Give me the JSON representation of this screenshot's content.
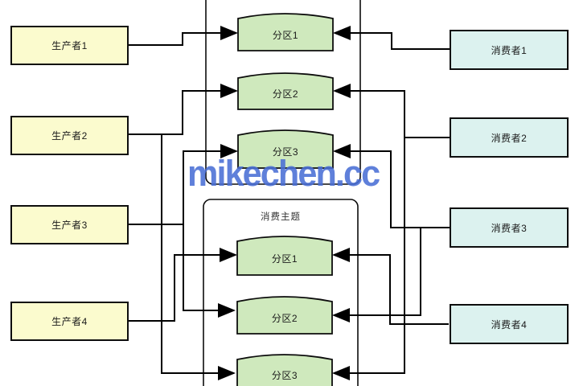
{
  "watermark": {
    "text": "mikechen.cc",
    "color": "#4A6FD6"
  },
  "colors": {
    "producer_fill": "#FBFBCE",
    "partition_fill": "#CFE9BD",
    "consumer_fill": "#DCF2EF",
    "line": "#000000",
    "background": "#FFFFFF"
  },
  "producers": [
    {
      "label": "生产者1"
    },
    {
      "label": "生产者2"
    },
    {
      "label": "生产者3"
    },
    {
      "label": "生产者4"
    }
  ],
  "consumers": [
    {
      "label": "消费者1"
    },
    {
      "label": "消费者2"
    },
    {
      "label": "消费者3"
    },
    {
      "label": "消费者4"
    }
  ],
  "topics": [
    {
      "partitions": [
        "分区1",
        "分区2",
        "分区3"
      ]
    },
    {
      "label": "消费主题",
      "partitions": [
        "分区1",
        "分区2",
        "分区3"
      ]
    }
  ]
}
